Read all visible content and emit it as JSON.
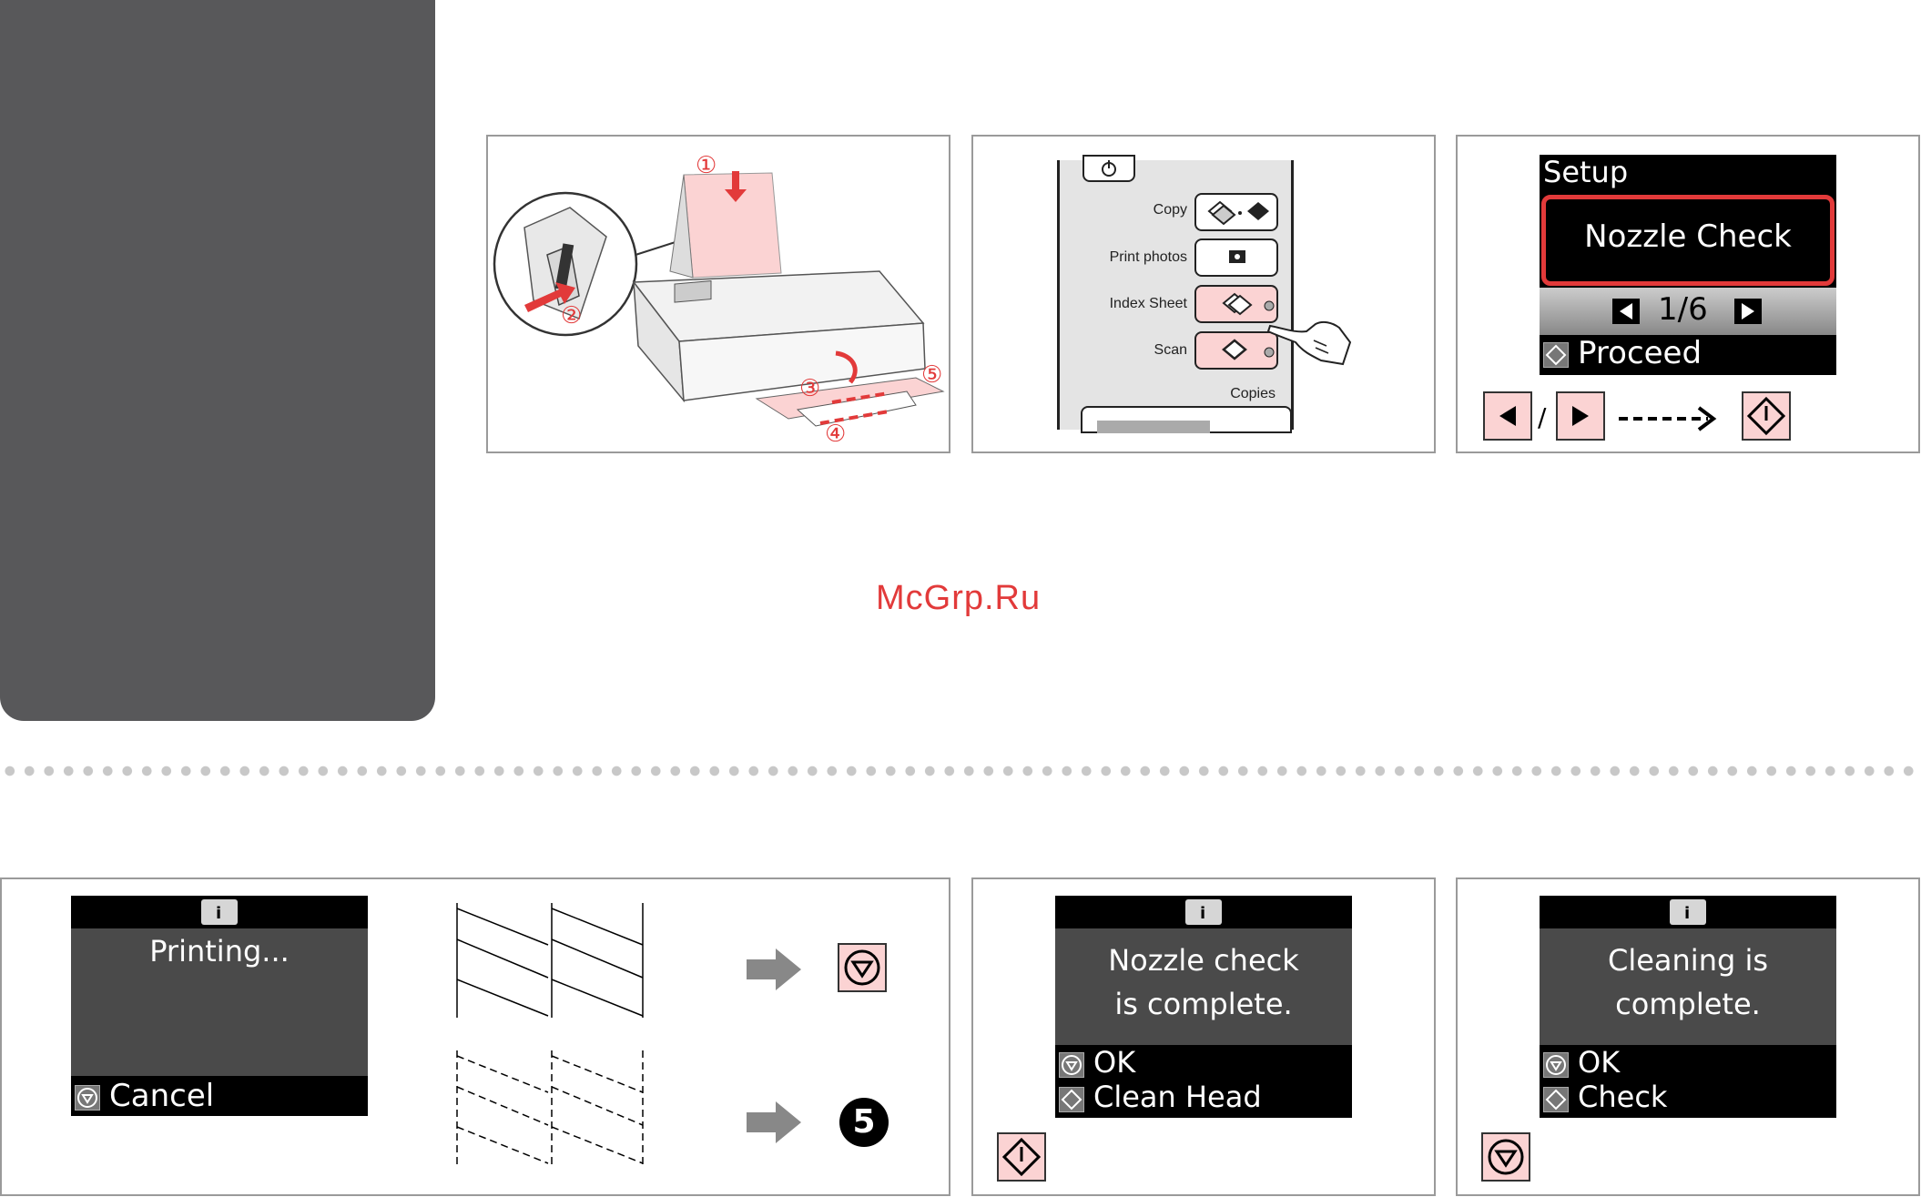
{
  "watermark": "McGrp.Ru",
  "panel1": {
    "callouts": [
      "①",
      "②",
      "③",
      "④",
      "⑤"
    ]
  },
  "panel2": {
    "buttons": [
      {
        "label": "Copy"
      },
      {
        "label": "Print photos"
      },
      {
        "label": "Index Sheet"
      },
      {
        "label": "Scan"
      }
    ],
    "copies_label": "Copies"
  },
  "panel3": {
    "menu_title": "Setup",
    "selected_item": "Nozzle Check",
    "page_indicator": "1/6",
    "proceed_label": "Proceed",
    "nav_separator": "/"
  },
  "panel4": {
    "lcd_message": "Printing...",
    "cancel_label": "Cancel",
    "step_ref": "5"
  },
  "panel5": {
    "message_line1": "Nozzle check",
    "message_line2": "is complete.",
    "opt1": "OK",
    "opt2": "Clean Head"
  },
  "panel6": {
    "message_line1": "Cleaning is",
    "message_line2": "complete.",
    "opt1": "OK",
    "opt2": "Check"
  },
  "colors": {
    "accent_pink": "#fbd3d3",
    "sidebar": "#58585a",
    "highlight_red": "#e23a3a"
  }
}
